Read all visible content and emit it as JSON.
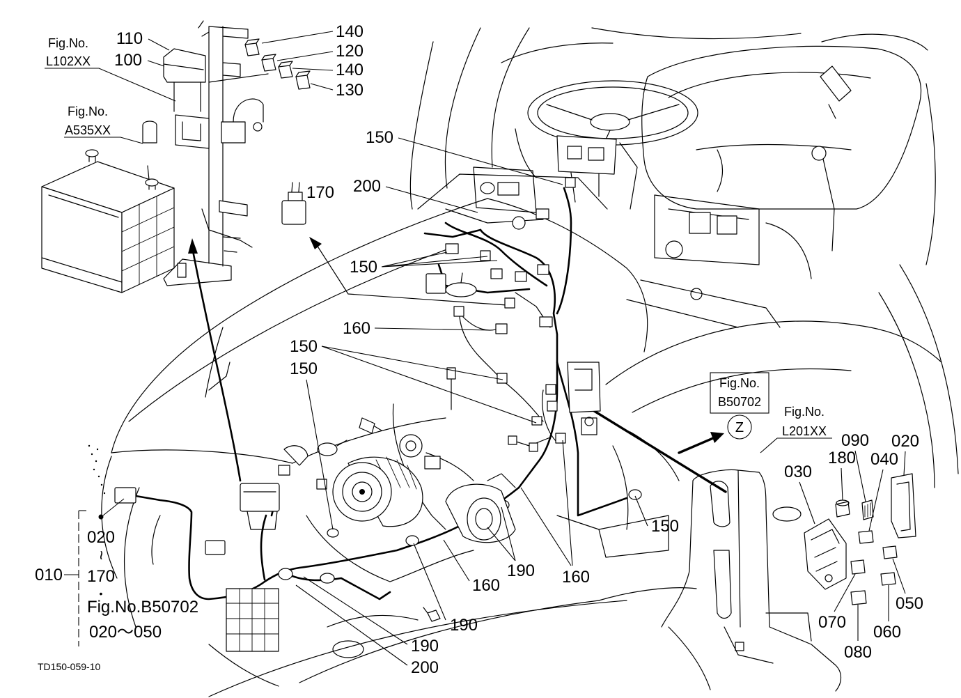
{
  "figure_refs": {
    "l102xx": {
      "caption": "Fig.No.",
      "code": "L102XX"
    },
    "a535xx": {
      "caption": "Fig.No.",
      "code": "A535XX"
    },
    "b50702": {
      "caption": "Fig.No.",
      "code": "B50702"
    },
    "l201xx": {
      "caption": "Fig.No.",
      "code": "L201XX"
    }
  },
  "callouts": [
    "110",
    "100",
    "140",
    "120",
    "140",
    "130",
    "150",
    "200",
    "170",
    "150",
    "160",
    "150",
    "150",
    "090",
    "040",
    "020",
    "180",
    "030",
    "150",
    "160",
    "190",
    "160",
    "190",
    "190",
    "200",
    "070",
    "080",
    "060",
    "050"
  ],
  "view_marker": "Z",
  "assembly": {
    "part": "010",
    "range_from": "020",
    "range_sep": "~",
    "range_to": "170",
    "bullet": "•",
    "ref": "Fig.No.B50702",
    "ref_range": "020～050"
  },
  "drawing_number": "TD150-059-10"
}
